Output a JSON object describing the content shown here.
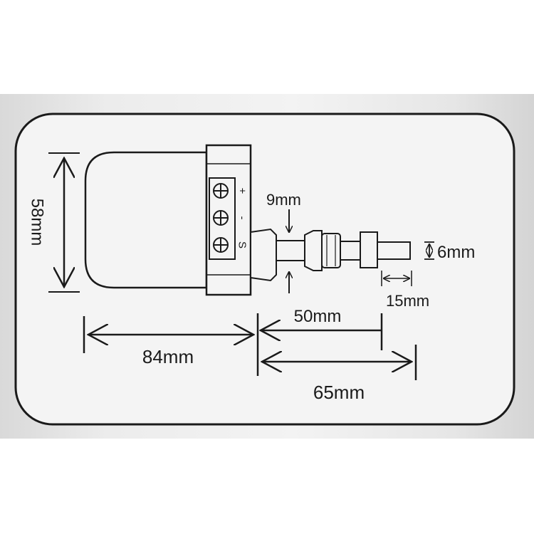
{
  "diagram": {
    "labels": {
      "height": "58mm",
      "pin_diameter": "9mm",
      "tip_diameter": "6mm",
      "tip_length": "15mm",
      "shaft_length": "50mm",
      "body_length": "84mm",
      "total_length": "65mm"
    },
    "terminals": [
      {
        "symbol": "+"
      },
      {
        "symbol": "-"
      },
      {
        "symbol": "S"
      }
    ],
    "colors": {
      "line": "#1a1a1a",
      "panel": "#f4f4f4",
      "background": "#e8e8e8"
    }
  }
}
